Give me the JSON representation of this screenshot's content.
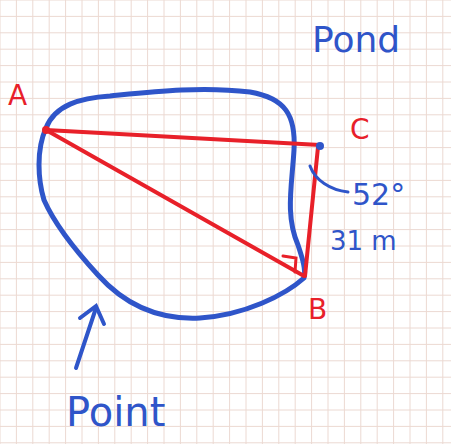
{
  "diagram": {
    "labels": [
      "Pond",
      "A",
      "C",
      "52°",
      "31 m",
      "B",
      "Point"
    ]
  }
}
